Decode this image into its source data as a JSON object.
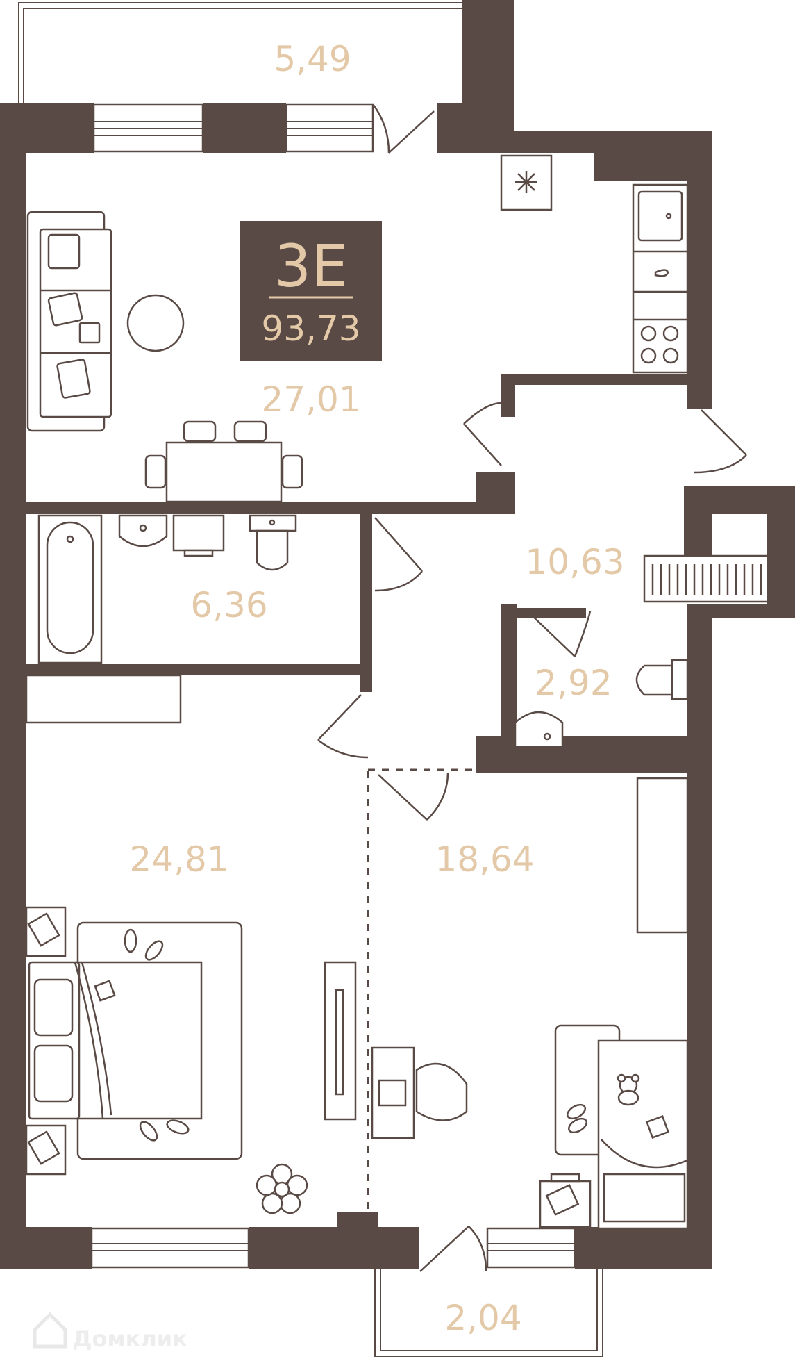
{
  "unit": {
    "code": "3Е",
    "total_area": "93,73"
  },
  "rooms": {
    "balcony_top": "5,49",
    "kitchen_living": "27,01",
    "bathroom": "6,36",
    "hall": "10,63",
    "wc": "2,92",
    "bedroom": "24,81",
    "kids_room": "18,64",
    "balcony_bottom": "2,04"
  },
  "watermark": "Домклик",
  "colors": {
    "walls": "#5a4a45",
    "labels": "#e3c9a8",
    "background": "#ffffff"
  },
  "icons": [
    "fan-icon",
    "sink-icon",
    "stove-icon",
    "teddy-bear-icon",
    "flower-icon",
    "slippers-icon",
    "domclick-logo-icon"
  ]
}
